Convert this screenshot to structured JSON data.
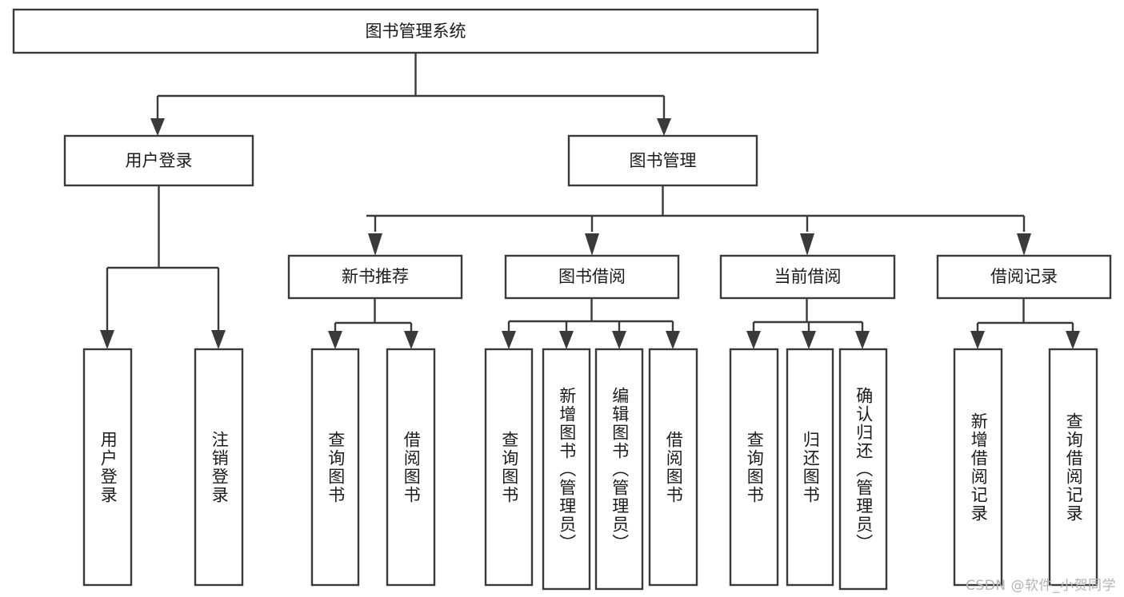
{
  "diagram": {
    "type": "hierarchy-tree",
    "title": "图书管理系统",
    "orientation": "top-down",
    "colors": {
      "box_stroke": "#3a3a3a",
      "box_fill": "#ffffff",
      "connector": "#3a3a3a",
      "text": "#1b1b1b",
      "background": "#ffffff",
      "watermark": "#b4b4b4"
    },
    "root": {
      "label": "图书管理系统"
    },
    "level1": [
      {
        "label": "用户登录"
      },
      {
        "label": "图书管理"
      }
    ],
    "level2": [
      {
        "label": "新书推荐"
      },
      {
        "label": "图书借阅"
      },
      {
        "label": "当前借阅"
      },
      {
        "label": "借阅记录"
      }
    ],
    "leaves": {
      "user_login": [
        {
          "label": "用户登录"
        },
        {
          "label": "注销登录"
        }
      ],
      "new_book_recommend": [
        {
          "label": "查询图书"
        },
        {
          "label": "借阅图书"
        }
      ],
      "book_borrow": [
        {
          "label": "查询图书"
        },
        {
          "label": "新增图书（管理员）"
        },
        {
          "label": "编辑图书（管理员）"
        },
        {
          "label": "借阅图书"
        }
      ],
      "current_borrow": [
        {
          "label": "查询图书"
        },
        {
          "label": "归还图书"
        },
        {
          "label": "确认归还（管理员）"
        }
      ],
      "borrow_record": [
        {
          "label": "新增借阅记录"
        },
        {
          "label": "查询借阅记录"
        }
      ]
    }
  },
  "watermark": {
    "text": "CSDN @软件_小贺同学"
  }
}
